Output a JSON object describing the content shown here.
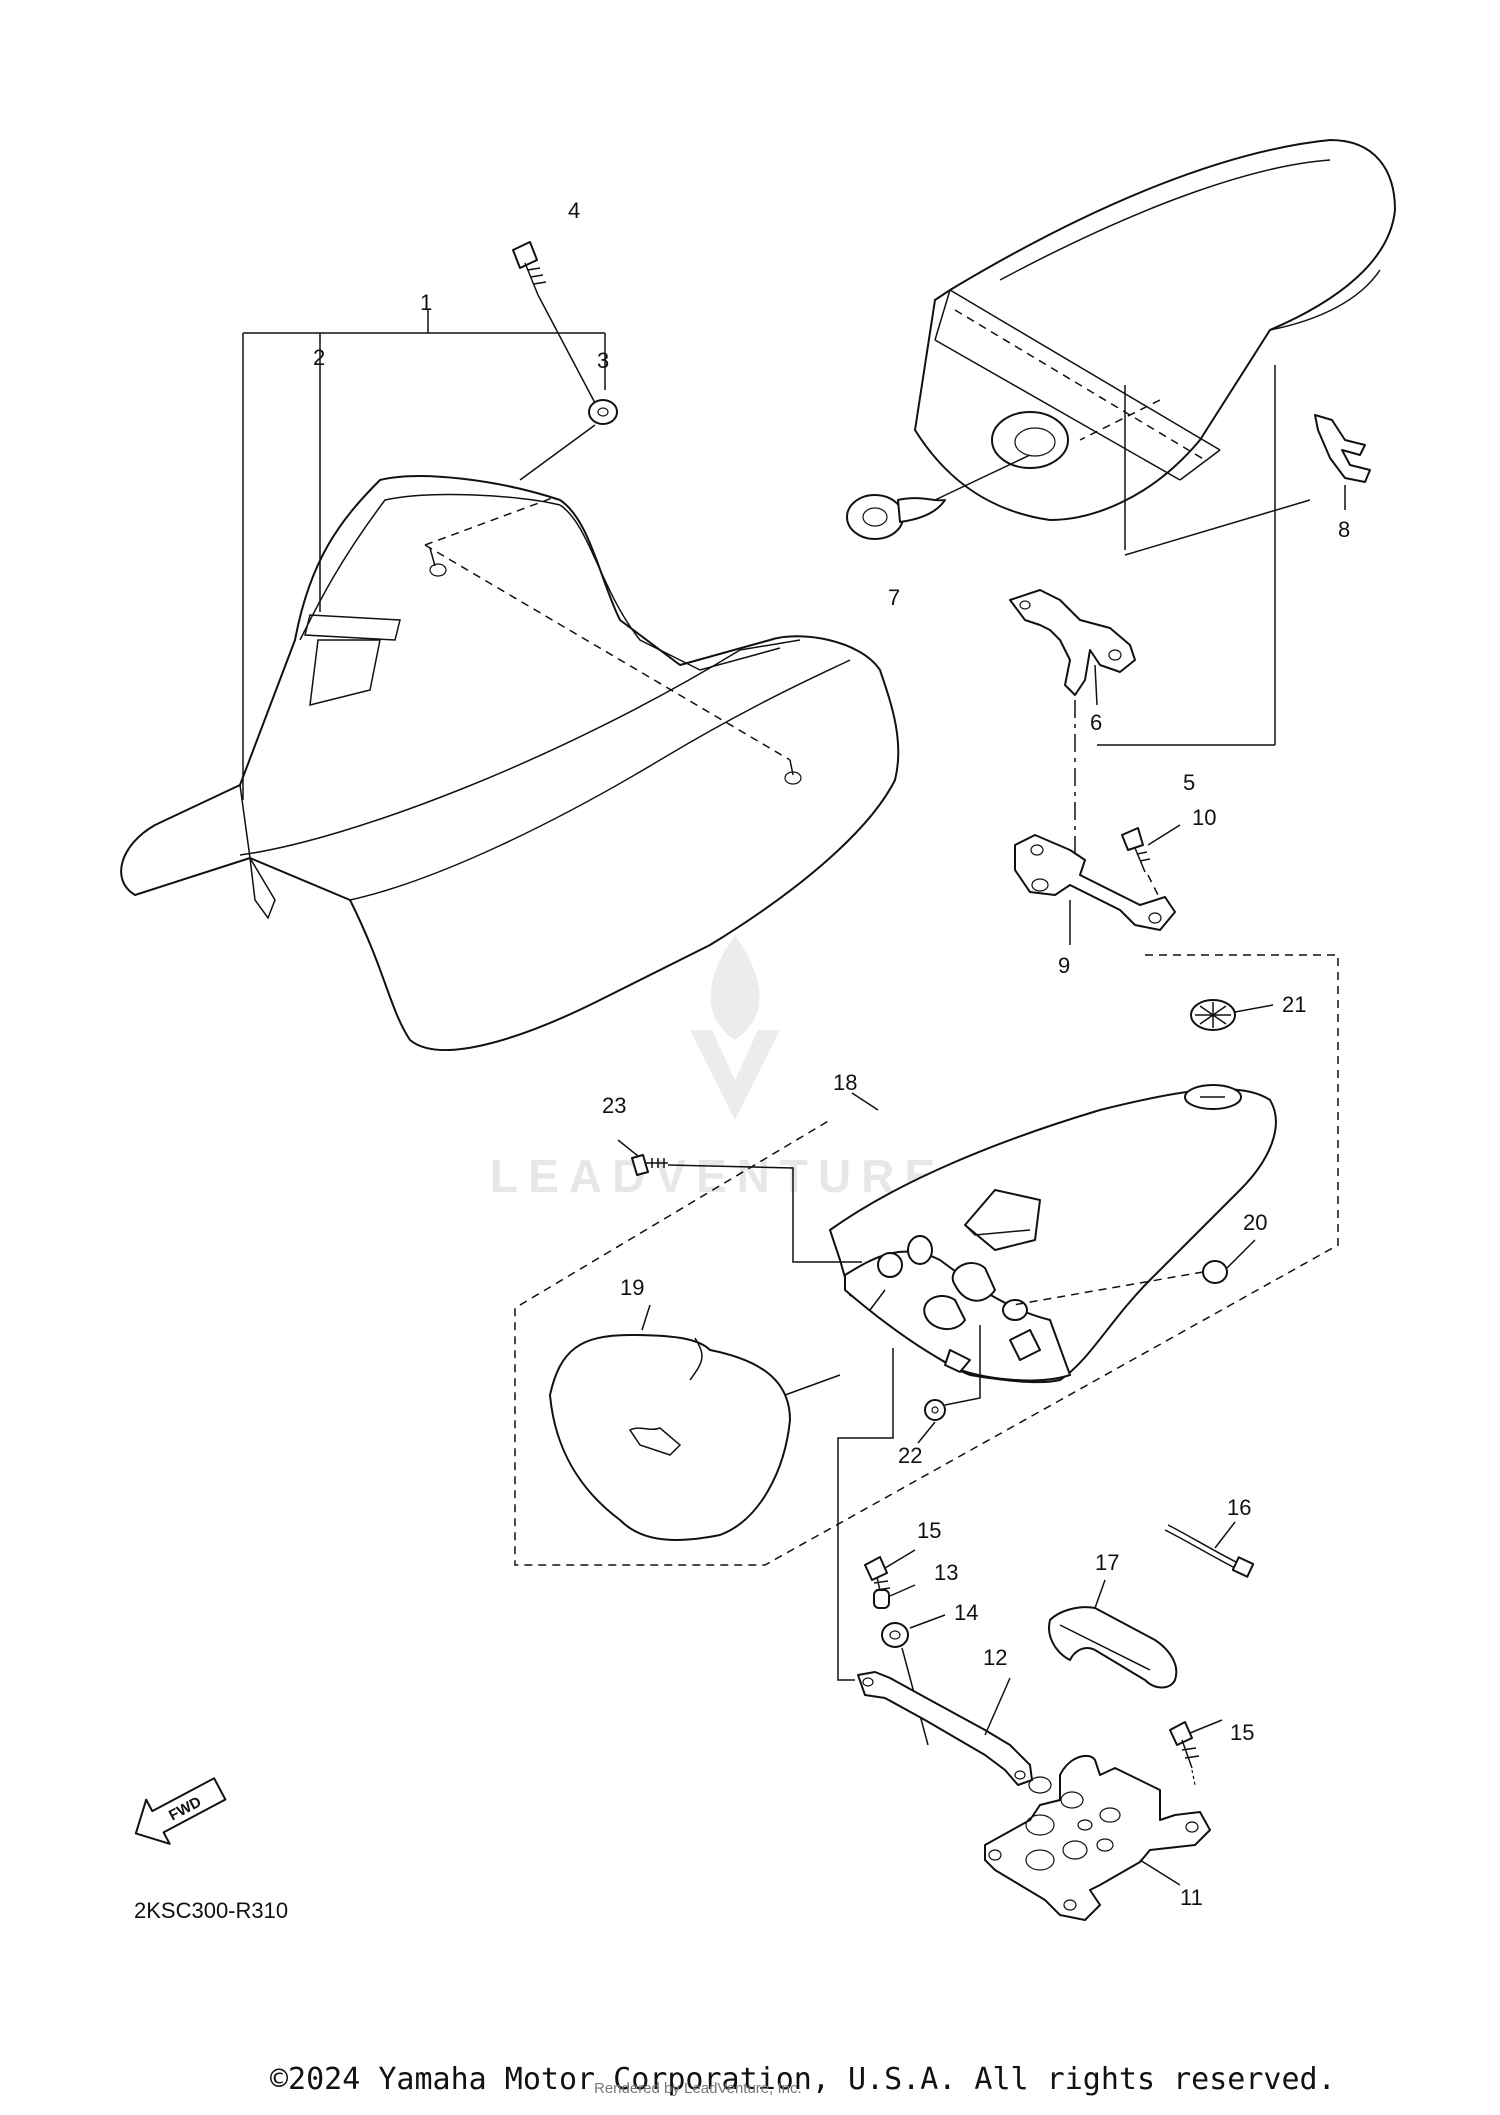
{
  "diagram_code": "2KSC300-R310",
  "fwd_label": "FWD",
  "watermark_text": "LEADVENTURE",
  "copyright": "©2024 Yamaha Motor Corporation, U.S.A. All rights reserved.",
  "rendered_by": "Rendered by LeadVenture, Inc.",
  "callouts": [
    "1",
    "2",
    "3",
    "4",
    "5",
    "6",
    "7",
    "8",
    "9",
    "10",
    "11",
    "12",
    "13",
    "14",
    "15",
    "15",
    "16",
    "17",
    "18",
    "19",
    "20",
    "21",
    "22",
    "23"
  ]
}
